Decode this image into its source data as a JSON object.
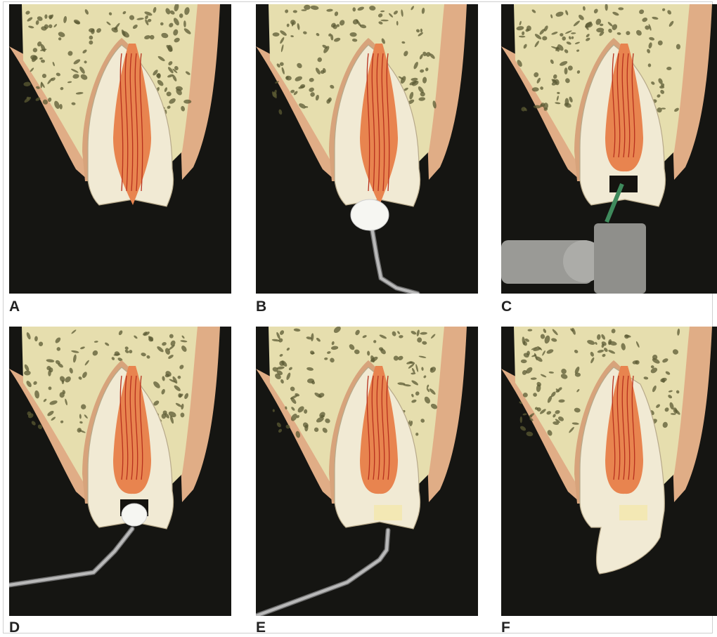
{
  "panels": [
    {
      "id": "A",
      "label": "A",
      "stage": "fractured"
    },
    {
      "id": "B",
      "label": "B",
      "stage": "cotton-pellet"
    },
    {
      "id": "C",
      "label": "C",
      "stage": "drilling"
    },
    {
      "id": "D",
      "label": "D",
      "stage": "pellet-in-cavity"
    },
    {
      "id": "E",
      "label": "E",
      "stage": "filling-placed"
    },
    {
      "id": "F",
      "label": "F",
      "stage": "restored"
    }
  ],
  "colors": {
    "background": "#151512",
    "bone": "#e6deae",
    "gum": "#e0ad86",
    "tooth": "#f1ead4",
    "pulp": "#e8844f",
    "vessel": "#b8301e",
    "instrument": "#b9b9b9",
    "filling": "#f3e8b4"
  }
}
